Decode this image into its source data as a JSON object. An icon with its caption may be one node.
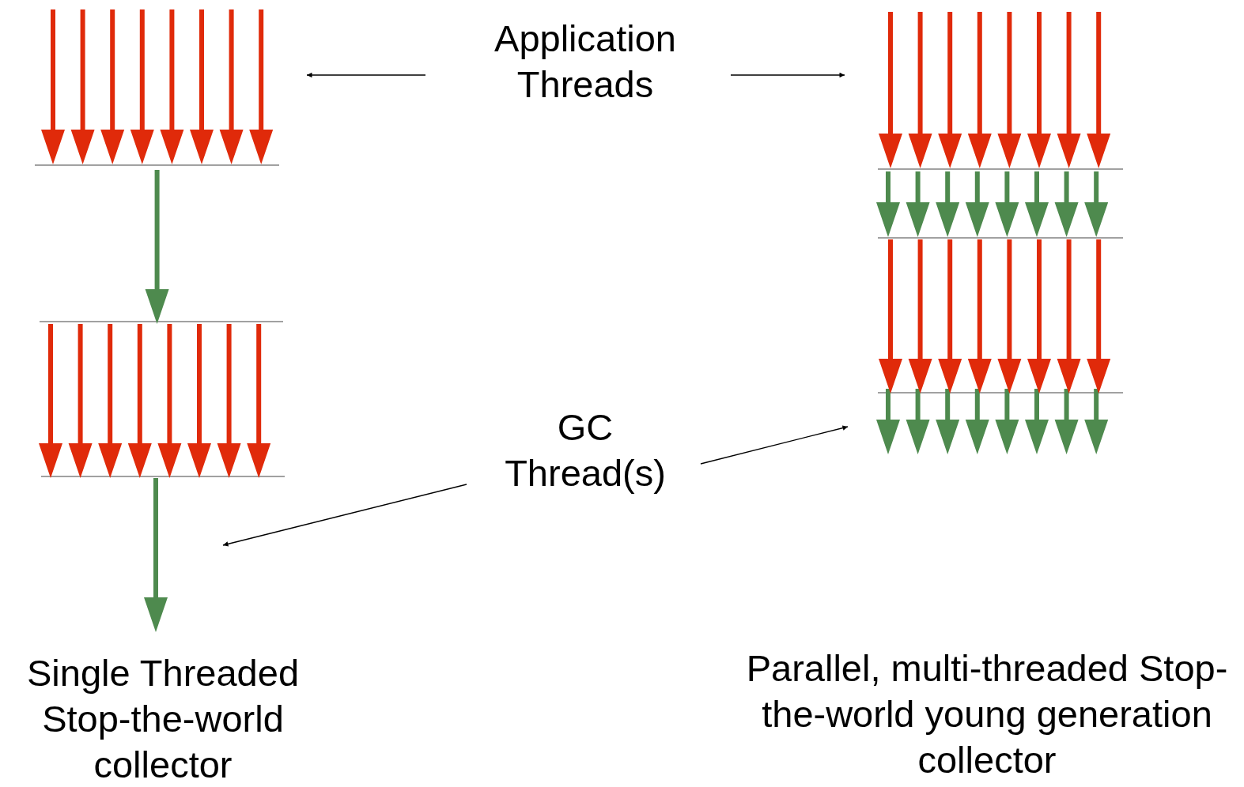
{
  "diagram": {
    "nodes": [
      {
        "text": [
          "Application Threads"
        ]
      },
      {
        "text": [
          "GC Thread(s)"
        ]
      },
      {
        "text": [],
        "shape": "arrow"
      },
      {
        "text": [],
        "shape": "arrow"
      },
      {
        "text": [],
        "shape": "arrow"
      },
      {
        "text": [],
        "shape": "arrow"
      },
      {
        "text": [],
        "shape": "arrow"
      },
      {
        "text": [],
        "shape": "arrow"
      },
      {
        "text": [],
        "shape": "arrow"
      }
    ],
    "edges": [
      {
        "from": 0,
        "to": 2,
        "arrow": "to"
      },
      {
        "from": 0,
        "to": 3,
        "arrow": "to"
      },
      {
        "from": 1,
        "to": 4,
        "arrow": "to"
      },
      {
        "from": 1,
        "to": 5,
        "arrow": "to"
      },
      {
        "from": 2,
        "to": 6,
        "arrow": "to",
        "style": "thick",
        "color": "#4e8a4e"
      }
    ],
    "labels": [
      "Single Threaded Stop-the-world collector",
      "Parallel, multi-threaded Stop-the-world young generation collector"
    ]
  }
}
